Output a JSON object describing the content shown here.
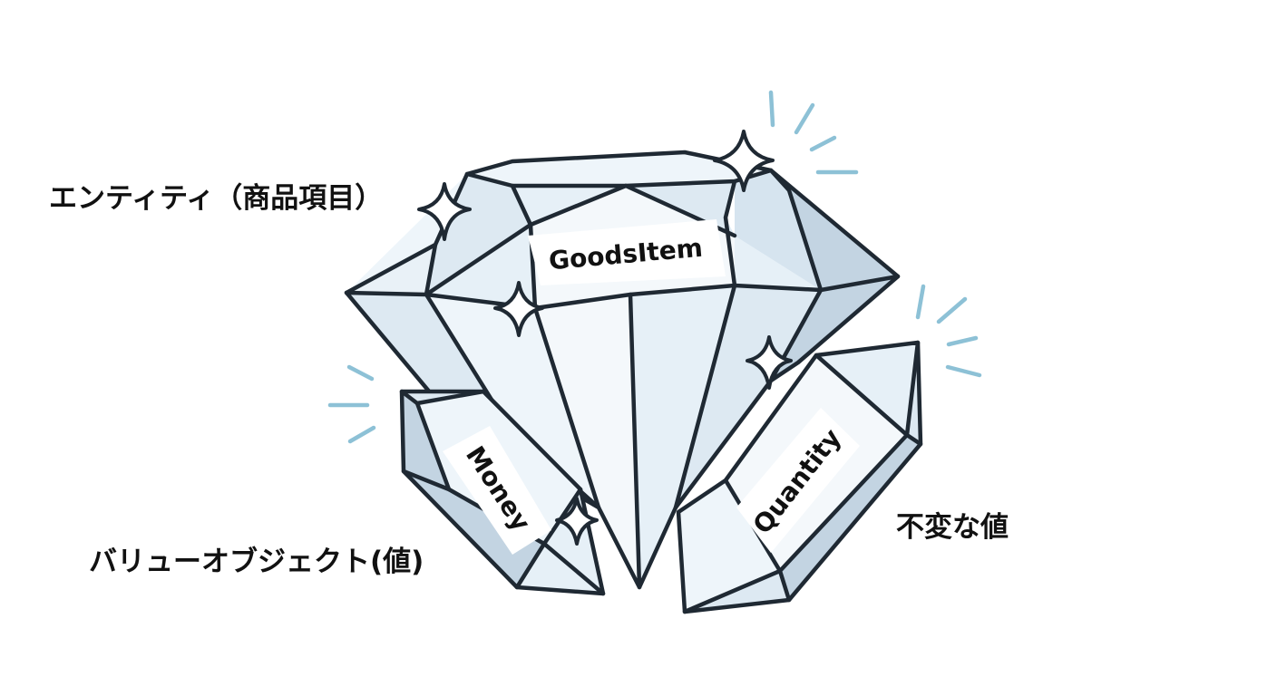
{
  "labels": {
    "entity": "エンティティ（商品項目）",
    "value_object": "バリューオブジェクト(値)",
    "immutable": "不変な値"
  },
  "gems": {
    "main": "GoodsItem",
    "left": "Money",
    "right": "Quantity"
  },
  "colors": {
    "outline": "#1f2933",
    "facet_light": "#eef5fa",
    "facet_mid": "#dde9f2",
    "facet_dark": "#c3d4e2",
    "ray": "#8dc1d6"
  }
}
